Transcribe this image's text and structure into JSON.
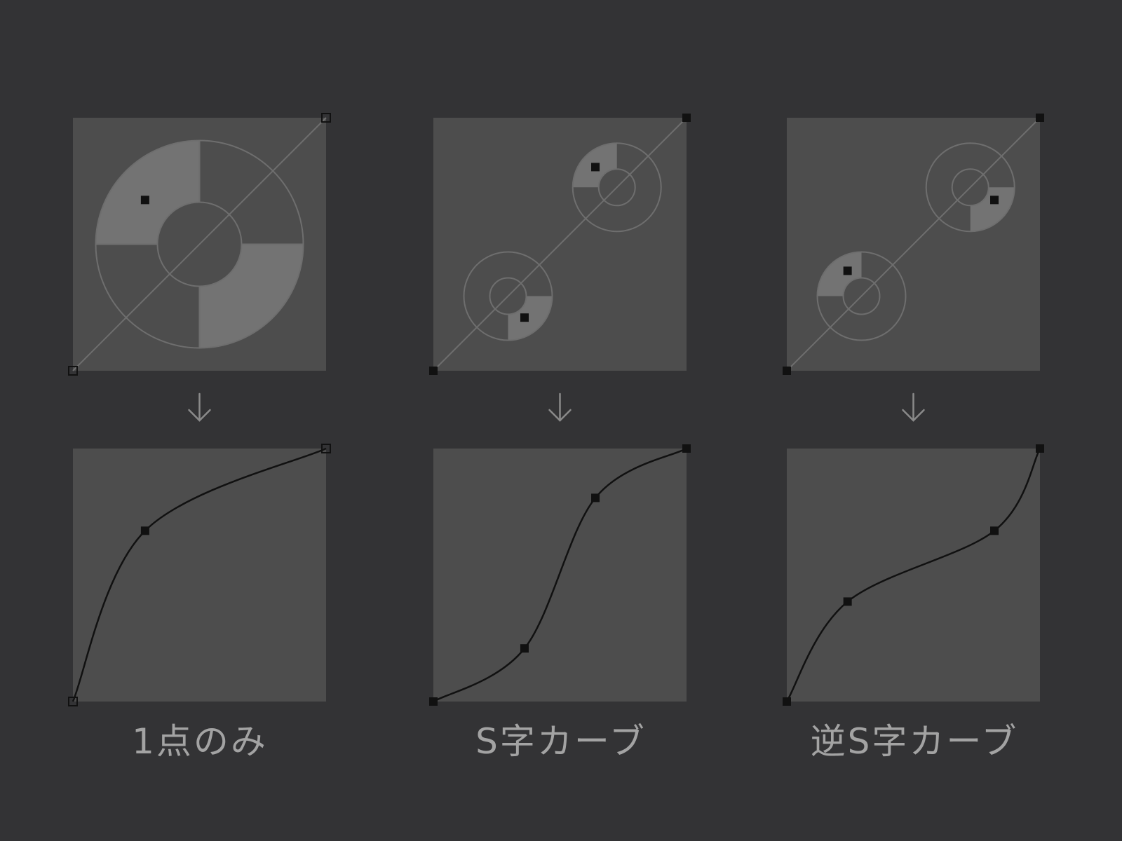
{
  "colors": {
    "background": "#333335",
    "panel": "#4d4d4d",
    "sector_fill": "#737373",
    "guide_line": "#6e6e6e",
    "curve": "#111111",
    "handle": "#111111",
    "arrow": "#8a8a8a",
    "caption": "#a3a3a3"
  },
  "icons": {
    "down_arrow": "down-arrow-icon",
    "control_point": "control-point-icon"
  },
  "examples": [
    {
      "id": "single-point",
      "caption": "1点のみ",
      "curve_points": [
        [
          0,
          0
        ],
        [
          0.285,
          0.675
        ],
        [
          1,
          1
        ]
      ],
      "endpoint_style": "hollow",
      "target_guides": [
        {
          "center": [
            0.5,
            0.5
          ],
          "highlight": "top-left,bottom-right",
          "selected_point": [
            0.285,
            0.675
          ]
        }
      ]
    },
    {
      "id": "s-curve",
      "caption": "S字カーブ",
      "curve_points": [
        [
          0,
          0
        ],
        [
          0.36,
          0.21
        ],
        [
          0.64,
          0.805
        ],
        [
          1,
          1
        ]
      ],
      "endpoint_style": "filled",
      "target_guides": [
        {
          "center": [
            0.295,
            0.295
          ],
          "highlight": "bottom-right",
          "selected_point": [
            0.36,
            0.21
          ]
        },
        {
          "center": [
            0.725,
            0.725
          ],
          "highlight": "top-left",
          "selected_point": [
            0.64,
            0.805
          ]
        }
      ]
    },
    {
      "id": "inverse-s-curve",
      "caption": "逆S字カーブ",
      "curve_points": [
        [
          0,
          0
        ],
        [
          0.24,
          0.395
        ],
        [
          0.82,
          0.675
        ],
        [
          1,
          1
        ]
      ],
      "endpoint_style": "filled",
      "target_guides": [
        {
          "center": [
            0.295,
            0.295
          ],
          "highlight": "top-left",
          "selected_point": [
            0.24,
            0.395
          ]
        },
        {
          "center": [
            0.725,
            0.725
          ],
          "highlight": "bottom-right",
          "selected_point": [
            0.82,
            0.675
          ]
        }
      ]
    }
  ]
}
